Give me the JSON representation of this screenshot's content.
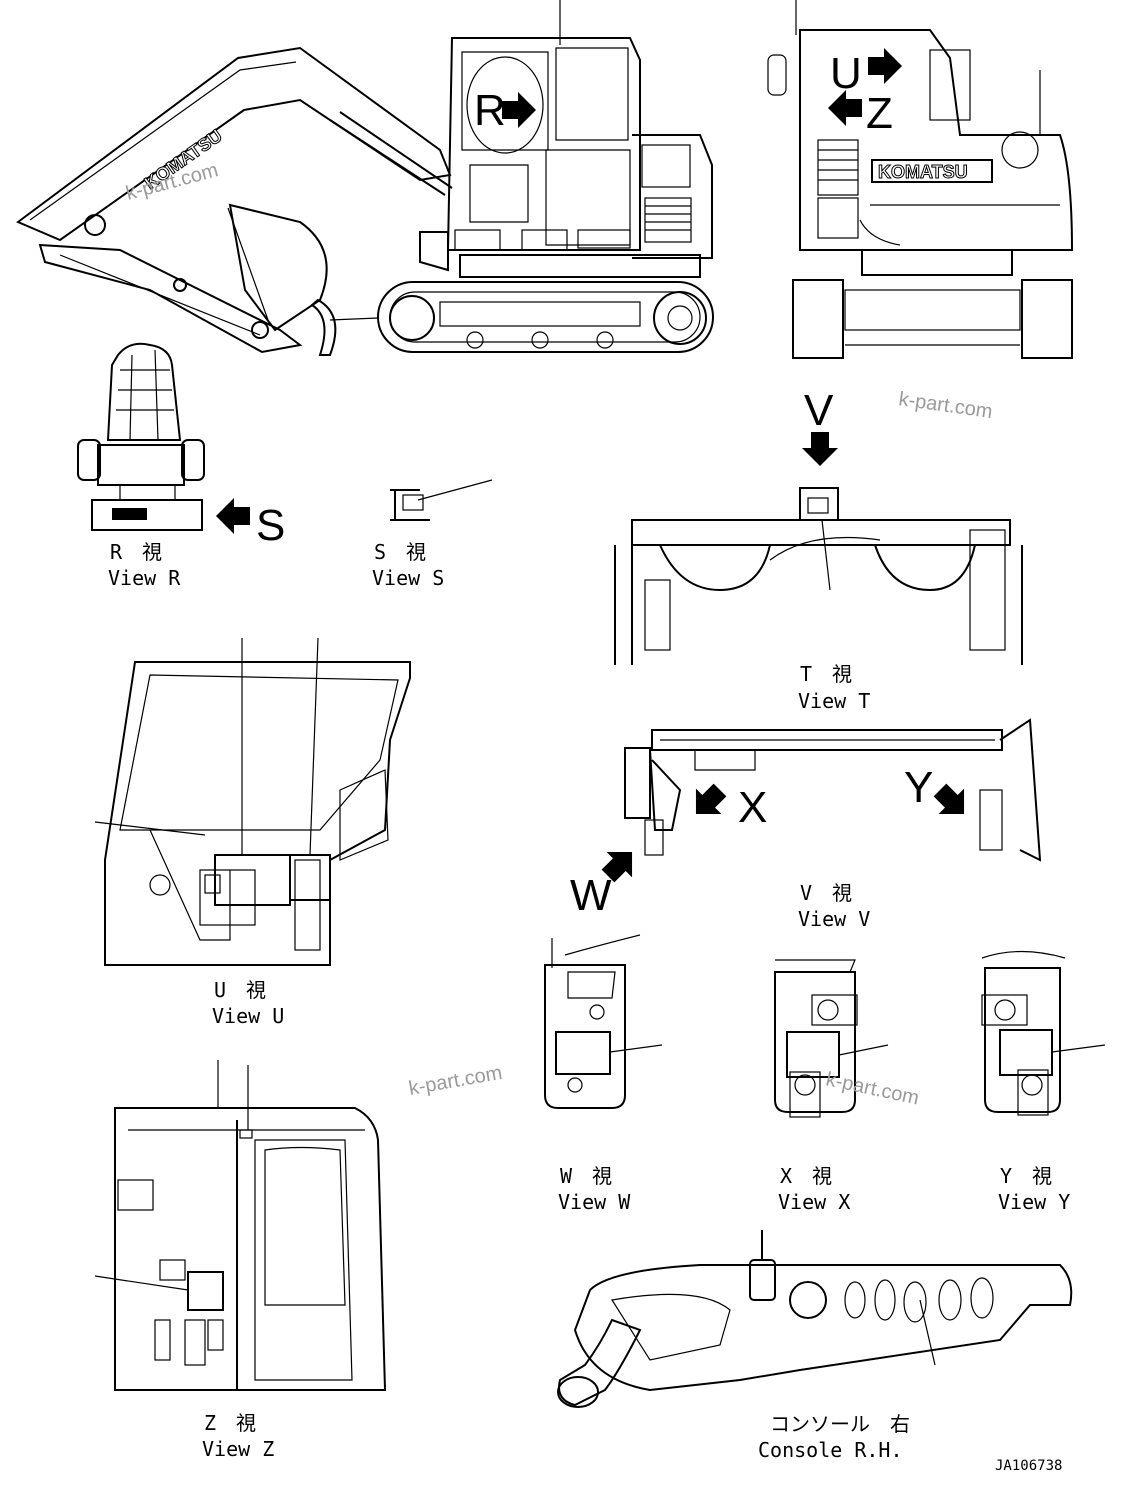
{
  "views": {
    "r": {
      "jp": "R　視",
      "en": "View R"
    },
    "s": {
      "jp": "S　視",
      "en": "View S"
    },
    "t": {
      "jp": "T　視",
      "en": "View T"
    },
    "u": {
      "jp": "U　視",
      "en": "View U"
    },
    "v": {
      "jp": "V　視",
      "en": "View V"
    },
    "w": {
      "jp": "W　視",
      "en": "View W"
    },
    "x": {
      "jp": "X　視",
      "en": "View X"
    },
    "y": {
      "jp": "Y　視",
      "en": "View Y"
    },
    "z": {
      "jp": "Z　視",
      "en": "View Z"
    },
    "console": {
      "jp": "コンソール　右",
      "en": "Console R.H."
    }
  },
  "arrow_letters": {
    "r": "R",
    "s": "S",
    "u": "U",
    "z": "Z",
    "v": "V",
    "w": "W",
    "x": "X",
    "y": "Y"
  },
  "brand": {
    "side": "KOMATSU",
    "rear": "KOMATSU"
  },
  "watermark": "k-part.com",
  "drawing_number": "JA106738",
  "icons": [
    "arrow-right-icon",
    "arrow-left-icon",
    "arrow-down-icon",
    "arrow-diagonal-icon"
  ]
}
